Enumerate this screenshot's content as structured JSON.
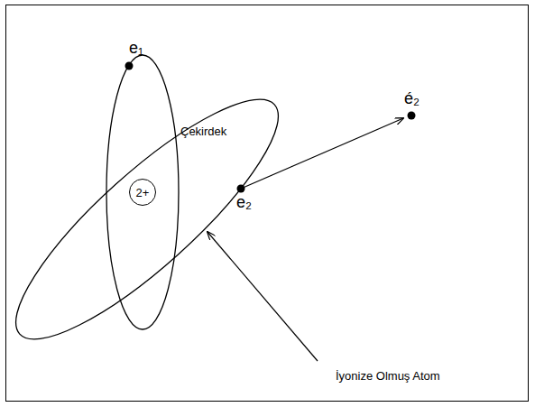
{
  "diagram": {
    "nodes": [
      {
        "text": [
          "2+"
        ]
      }
    ],
    "labels": [
      "e₁",
      "Çekirdek",
      "e₂",
      "é₂",
      "İyonize Olmuş Atom"
    ]
  }
}
